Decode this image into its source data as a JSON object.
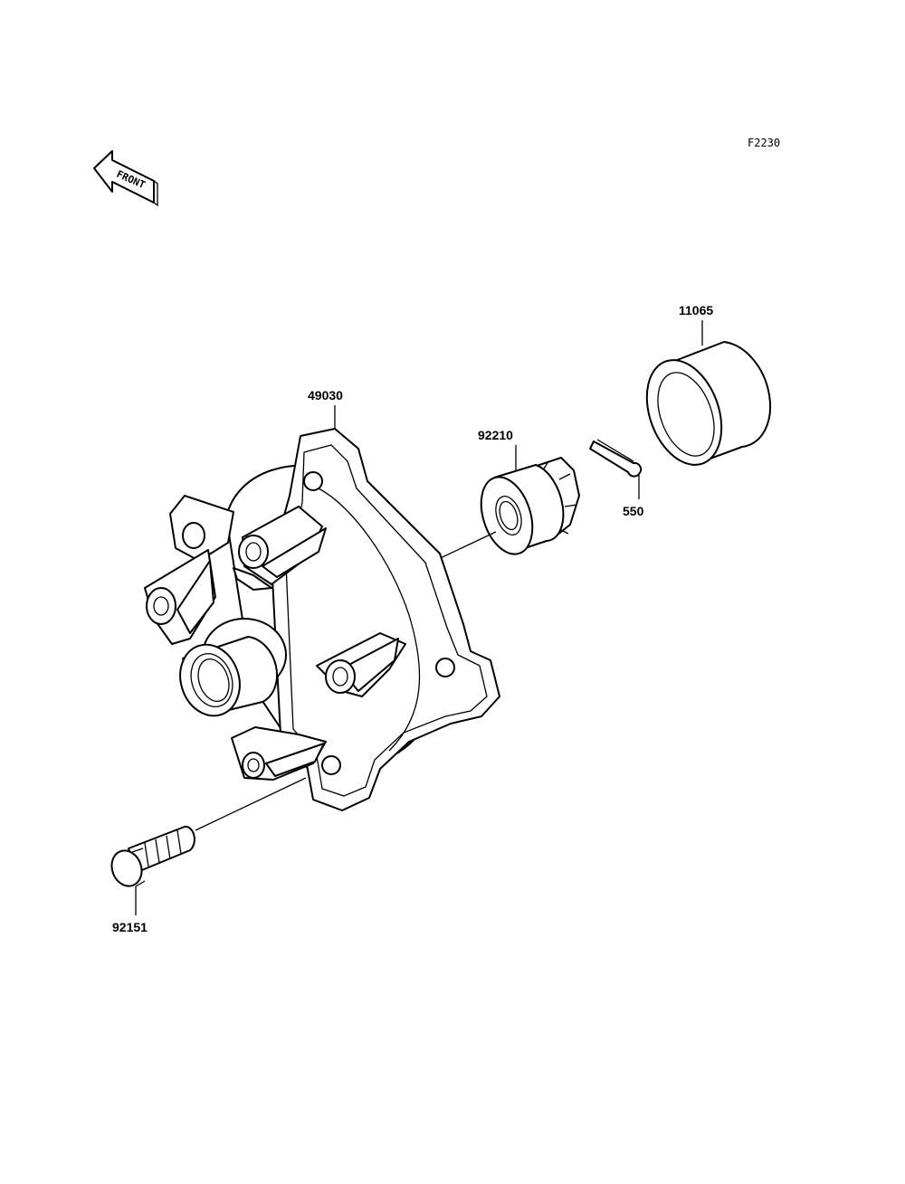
{
  "diagram": {
    "ref_code": "F2230",
    "front_label": "FRONT",
    "parts": [
      {
        "id": "11065"
      },
      {
        "id": "49030"
      },
      {
        "id": "92210"
      },
      {
        "id": "550"
      },
      {
        "id": "92151"
      }
    ]
  }
}
